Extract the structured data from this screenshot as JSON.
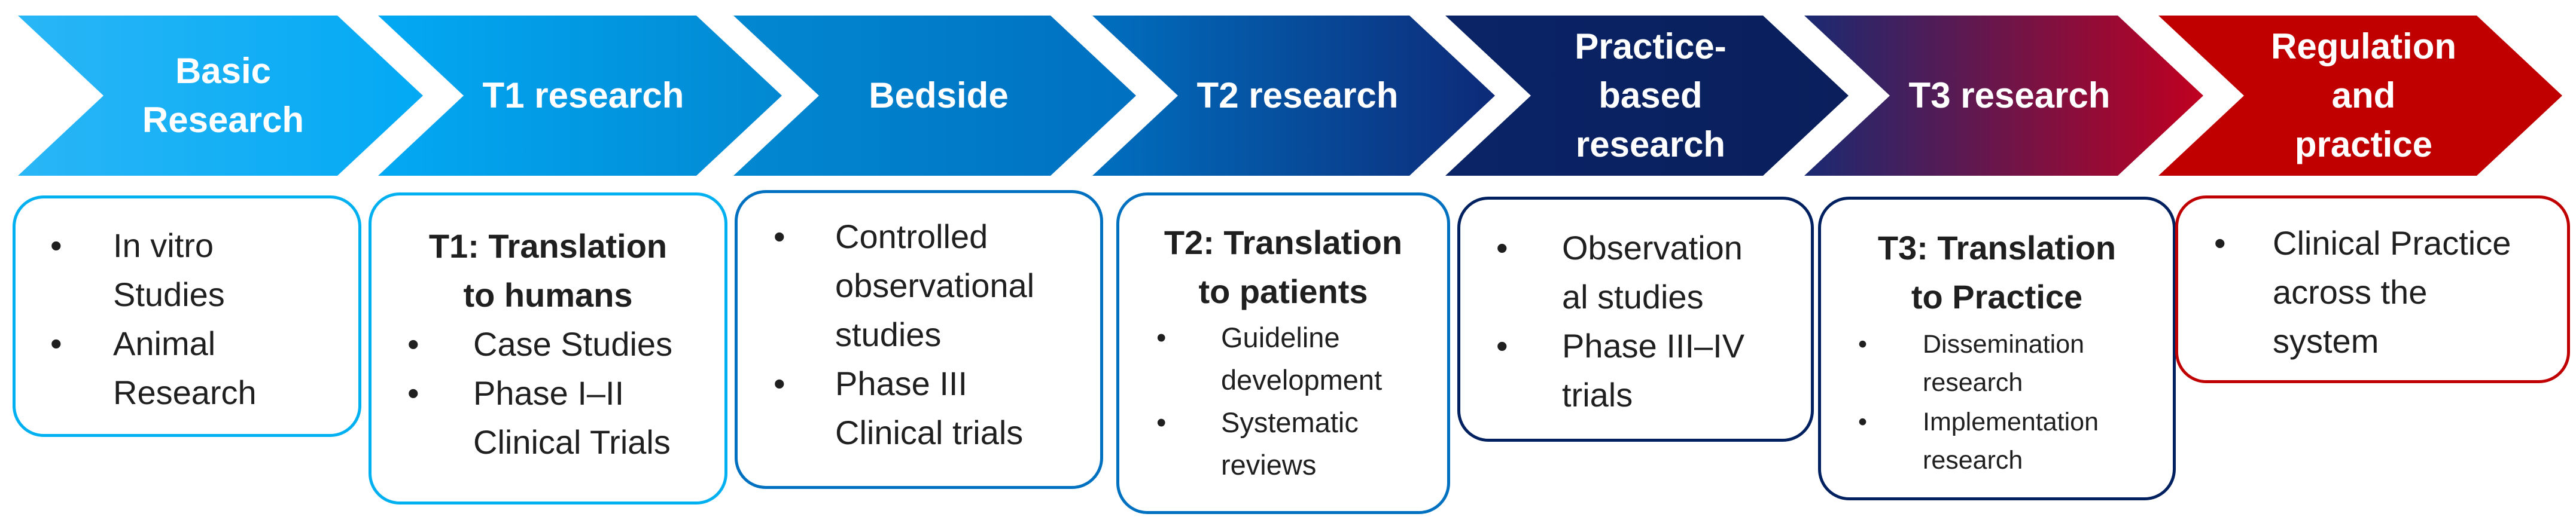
{
  "stages": [
    {
      "label": "Basic\nResearch",
      "color_from": "#29b6f6",
      "color_to": "#03a9f4",
      "box": {
        "title": "",
        "items": [
          "In vitro\nStudies",
          "Animal\nResearch"
        ]
      }
    },
    {
      "label": "T1 research",
      "color_from": "#03a9f4",
      "color_to": "#0288d1",
      "box": {
        "title": "T1: Translation\nto humans",
        "items": [
          "Case Studies",
          "Phase I–II\nClinical Trials"
        ]
      }
    },
    {
      "label": "Bedside",
      "color_from": "#0288d1",
      "color_to": "#0070c0",
      "box": {
        "title": "",
        "items": [
          "Controlled\nobservational\nstudies",
          "Phase III\nClinical trials"
        ]
      }
    },
    {
      "label": "T2 research",
      "color_from": "#0070c0",
      "color_to": "#0d2a78",
      "box": {
        "title": "T2: Translation\nto patients",
        "items": [
          "Guideline\ndevelopment",
          "Systematic\nreviews"
        ]
      }
    },
    {
      "label": "Practice-\nbased\nresearch",
      "color_from": "#0a2466",
      "color_to": "#0a1f5c",
      "box": {
        "title": "",
        "items": [
          "Observation\nal studies",
          "Phase III–IV\ntrials"
        ]
      }
    },
    {
      "label": "T3 research",
      "color_from": "#1a2a72",
      "color_to": "#c00020",
      "box": {
        "title": "T3: Translation\nto Practice",
        "items": [
          "Dissemination\nresearch",
          "Implementation\nresearch"
        ]
      }
    },
    {
      "label": "Regulation\nand\npractice",
      "color_from": "#c00000",
      "color_to": "#c00000",
      "box": {
        "title": "",
        "items": [
          "Clinical Practice\nacross the\nsystem"
        ]
      }
    }
  ],
  "colors": {
    "light_blue": "#00b0f0",
    "medium_blue": "#0070c0",
    "navy": "#002060",
    "red": "#c00000",
    "text": "#1f1f1f"
  }
}
